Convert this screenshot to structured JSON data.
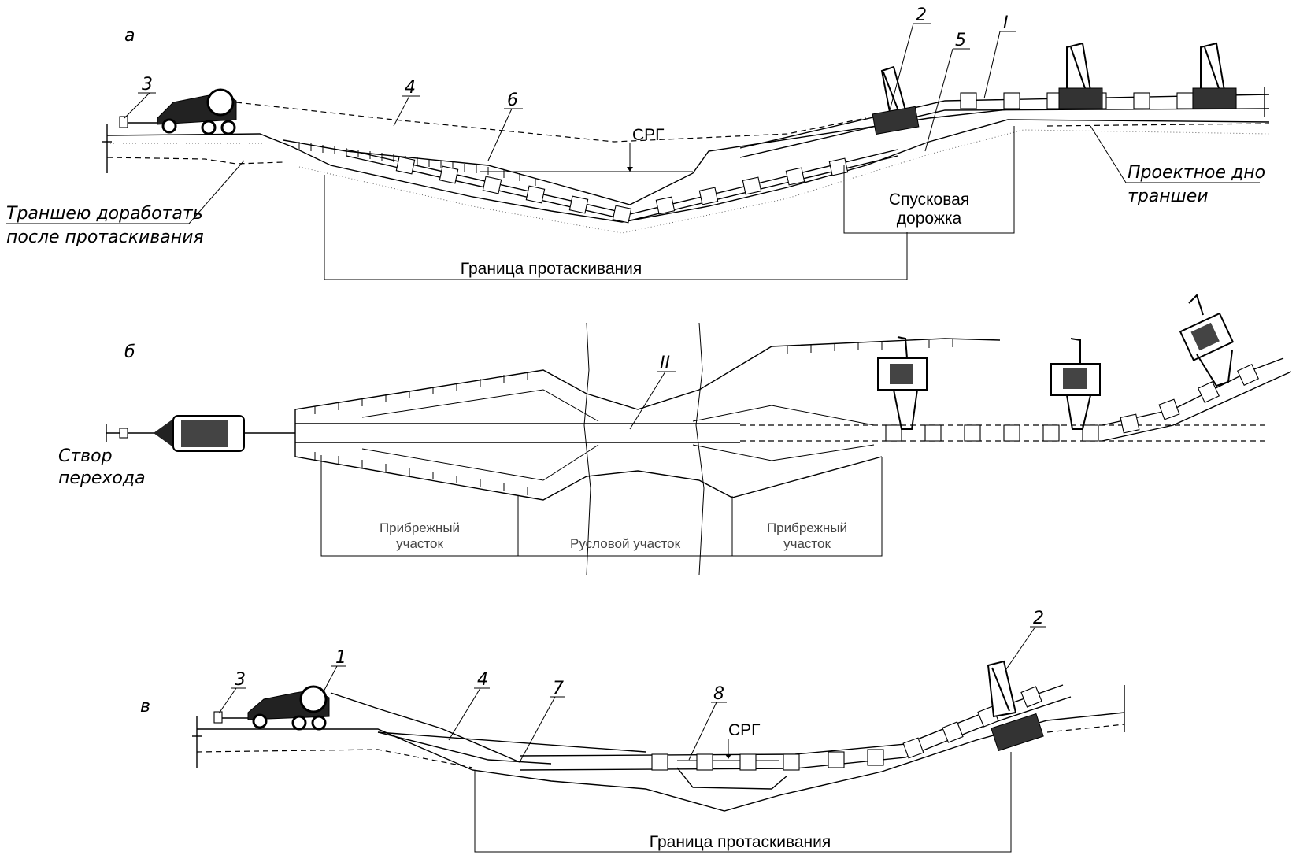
{
  "panels": {
    "a": {
      "letter": "а",
      "callouts": {
        "n1": "I",
        "n2": "2",
        "n3": "3",
        "n4": "4",
        "n5": "5",
        "n6": "6"
      },
      "srg": "СРГ",
      "note_line1": "Траншею доработать",
      "note_line2": "после протаскивания",
      "design_bottom_line1": "Проектное дно",
      "design_bottom_line2": "траншеи",
      "launch_line1": "Спусковая",
      "launch_line2": "дорожка",
      "boundary": "Граница протаскивания"
    },
    "b": {
      "letter": "б",
      "callout": "II",
      "crossing_line1": "Створ",
      "crossing_line2": "перехода",
      "coastal_left_1": "Прибрежный",
      "coastal_left_2": "участок",
      "channel": "Русловой участок",
      "coastal_right_1": "Прибрежный",
      "coastal_right_2": "участок"
    },
    "c": {
      "letter": "в",
      "callouts": {
        "n1": "1",
        "n2": "2",
        "n3": "3",
        "n4": "4",
        "n7": "7",
        "n8": "8"
      },
      "srg": "СРГ",
      "boundary": "Граница протаскивания"
    }
  }
}
